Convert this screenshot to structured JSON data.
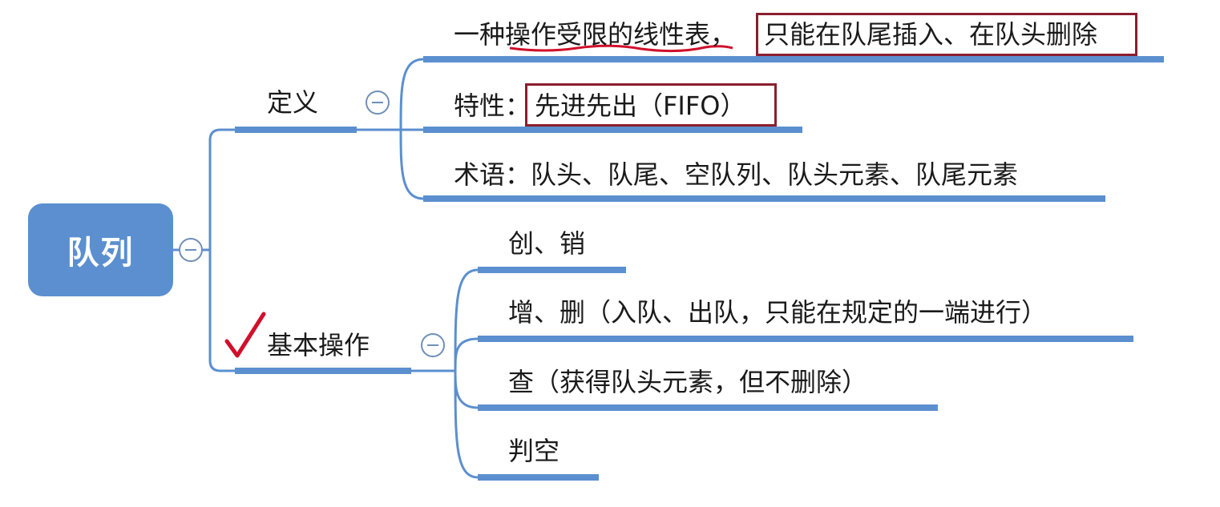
{
  "root": {
    "label": "队列"
  },
  "branches": {
    "definition": {
      "label": "定义",
      "items": {
        "def1_prefix": "一种操作受限的线性表，",
        "def1_highlight": "只能在队尾插入、在队头删除",
        "def2_prefix": "特性：",
        "def2_highlight": "先进先出（FIFO）",
        "def3": "术语：队头、队尾、空队列、队头元素、队尾元素"
      }
    },
    "basic_ops": {
      "label": "基本操作",
      "items": [
        "创、销",
        "增、删（入队、出队，只能在规定的一端进行）",
        "查（获得队头元素，但不删除）",
        "判空"
      ]
    }
  },
  "colors": {
    "root_fill": "#5b8fcf",
    "line": "#5b8fcf",
    "annotation_red": "#8b1e2e",
    "checkmark": "#d0102a"
  }
}
